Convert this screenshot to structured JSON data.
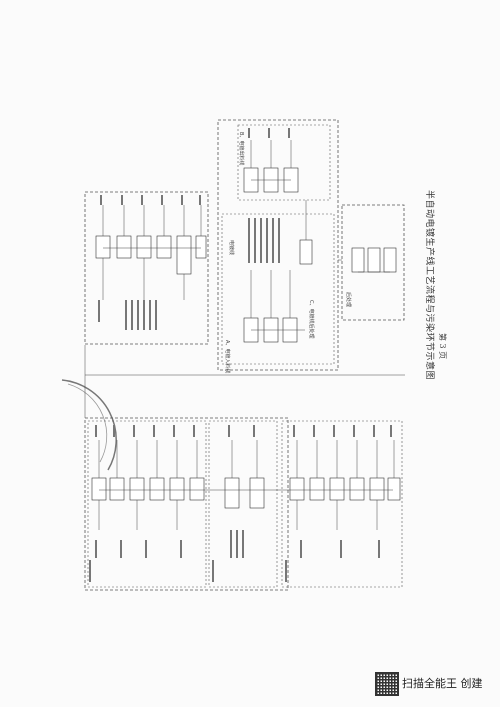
{
  "document": {
    "caption": "半自动电镀生产线工艺流程与污染环节示意图",
    "page_number": "第 3 页"
  },
  "section_labels": {
    "plating_top": "电镀线",
    "plating_a": "A、电镀入料线",
    "plating_b": "B、电镀出料线",
    "plating_c": "C、电镀线后处理",
    "post_treatment": "后处理"
  },
  "watermark": {
    "brand_text": "扫描全能王 创建"
  }
}
